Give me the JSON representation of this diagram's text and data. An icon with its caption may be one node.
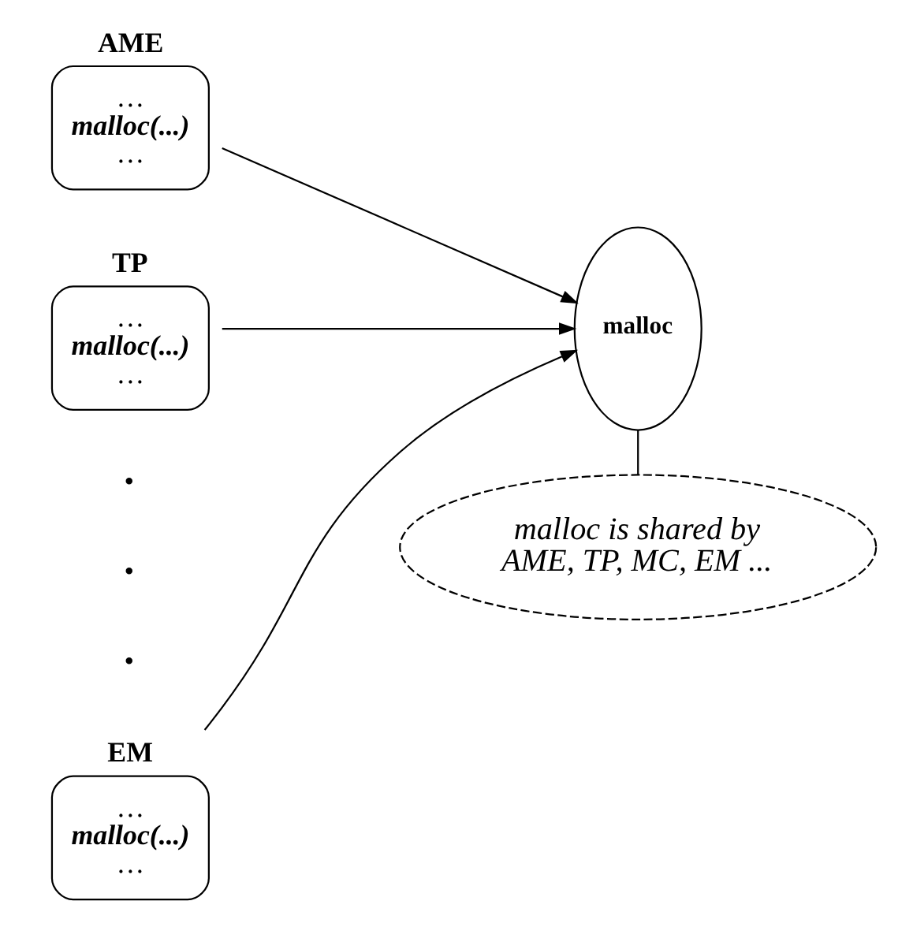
{
  "diagram": {
    "nodes": [
      {
        "text": [
          "AME",
          "…",
          "malloc(...)",
          "…"
        ]
      },
      {
        "text": [
          "TP",
          "…",
          "malloc(...)",
          "…"
        ]
      },
      {
        "text": [
          "EM",
          "…",
          "malloc(...)",
          "…"
        ]
      },
      {
        "text": [
          "malloc"
        ]
      },
      {
        "text": [
          "malloc is shared by AME, TP, MC, EM ..."
        ]
      }
    ],
    "edges": [
      {
        "from": 0,
        "to": 3,
        "arrow": "to"
      },
      {
        "from": 1,
        "to": 3,
        "arrow": "to"
      },
      {
        "from": 2,
        "to": 3,
        "arrow": "to"
      },
      {
        "from": 4,
        "to": 3,
        "arrow": "none"
      }
    ],
    "labels": [
      "•",
      "•",
      "•"
    ]
  }
}
